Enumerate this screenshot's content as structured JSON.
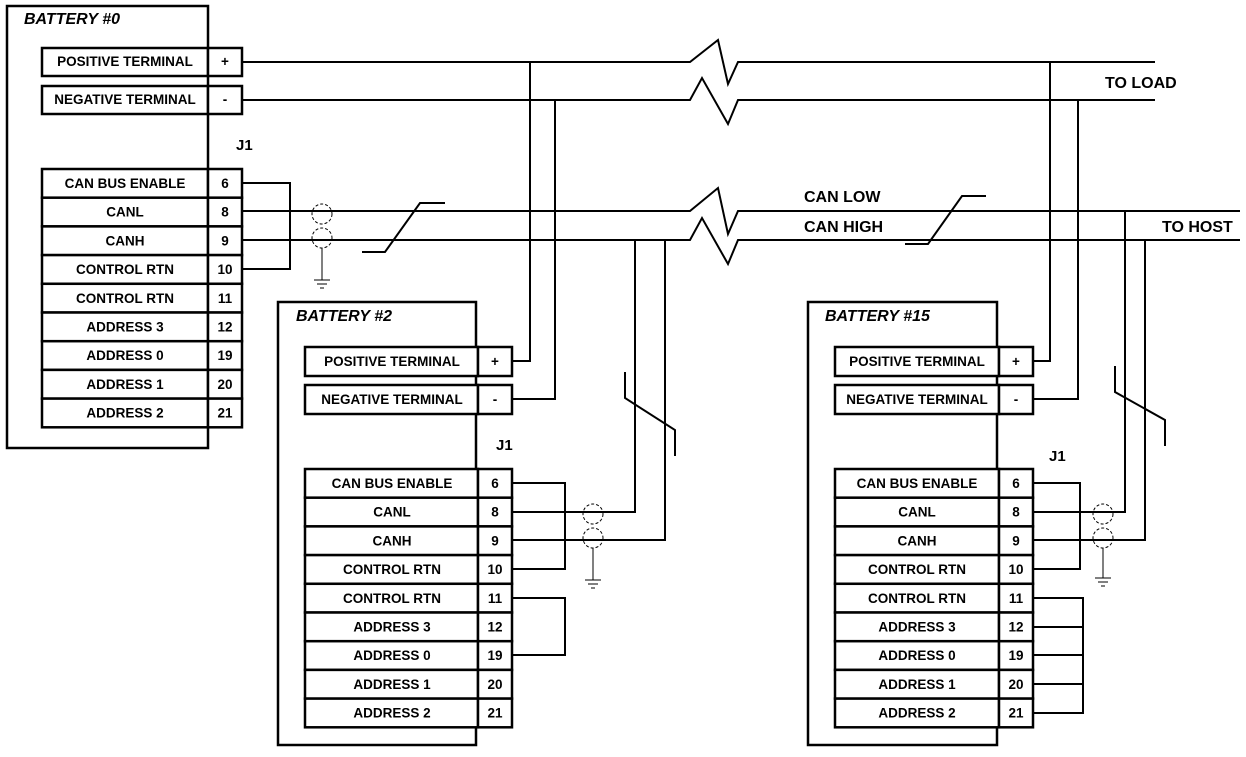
{
  "batteries": [
    {
      "title": "BATTERY #0",
      "connector": "J1",
      "terminals": [
        {
          "label": "POSITIVE TERMINAL",
          "sign": "+"
        },
        {
          "label": "NEGATIVE TERMINAL",
          "sign": "-"
        }
      ],
      "pins": [
        {
          "label": "CAN BUS ENABLE",
          "num": "6"
        },
        {
          "label": "CANL",
          "num": "8"
        },
        {
          "label": "CANH",
          "num": "9"
        },
        {
          "label": "CONTROL RTN",
          "num": "10"
        },
        {
          "label": "CONTROL RTN",
          "num": "11"
        },
        {
          "label": "ADDRESS 3",
          "num": "12"
        },
        {
          "label": "ADDRESS 0",
          "num": "19"
        },
        {
          "label": "ADDRESS 1",
          "num": "20"
        },
        {
          "label": "ADDRESS 2",
          "num": "21"
        }
      ]
    },
    {
      "title": "BATTERY #2",
      "connector": "J1",
      "terminals": [
        {
          "label": "POSITIVE TERMINAL",
          "sign": "+"
        },
        {
          "label": "NEGATIVE TERMINAL",
          "sign": "-"
        }
      ],
      "pins": [
        {
          "label": "CAN BUS ENABLE",
          "num": "6"
        },
        {
          "label": "CANL",
          "num": "8"
        },
        {
          "label": "CANH",
          "num": "9"
        },
        {
          "label": "CONTROL RTN",
          "num": "10"
        },
        {
          "label": "CONTROL RTN",
          "num": "11"
        },
        {
          "label": "ADDRESS 3",
          "num": "12"
        },
        {
          "label": "ADDRESS 0",
          "num": "19"
        },
        {
          "label": "ADDRESS 1",
          "num": "20"
        },
        {
          "label": "ADDRESS 2",
          "num": "21"
        }
      ]
    },
    {
      "title": "BATTERY #15",
      "connector": "J1",
      "terminals": [
        {
          "label": "POSITIVE TERMINAL",
          "sign": "+"
        },
        {
          "label": "NEGATIVE TERMINAL",
          "sign": "-"
        }
      ],
      "pins": [
        {
          "label": "CAN BUS ENABLE",
          "num": "6"
        },
        {
          "label": "CANL",
          "num": "8"
        },
        {
          "label": "CANH",
          "num": "9"
        },
        {
          "label": "CONTROL RTN",
          "num": "10"
        },
        {
          "label": "CONTROL RTN",
          "num": "11"
        },
        {
          "label": "ADDRESS 3",
          "num": "12"
        },
        {
          "label": "ADDRESS 0",
          "num": "19"
        },
        {
          "label": "ADDRESS 1",
          "num": "20"
        },
        {
          "label": "ADDRESS 2",
          "num": "21"
        }
      ]
    }
  ],
  "nets": {
    "to_load": "TO LOAD",
    "to_host": "TO HOST",
    "can_low": "CAN LOW",
    "can_high": "CAN HIGH"
  }
}
